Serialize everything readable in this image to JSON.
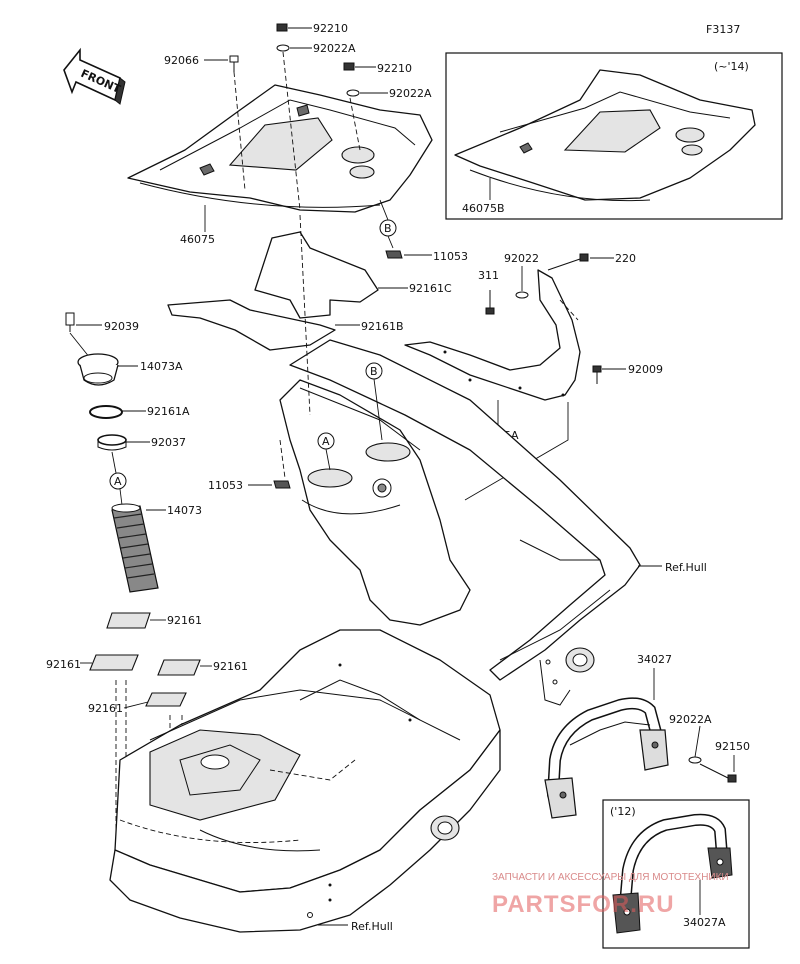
{
  "diagram": {
    "figure_code": "F3137",
    "front_label": "FRONT",
    "inset_top_year": "(~'14)",
    "inset_bottom_year": "('12)",
    "watermark_tagline": "ЗАПЧАСТИ И АКСЕССУАРЫ ДЛЯ МОТОТЕХНИКИ",
    "watermark_logo": "PARTSFOR.RU",
    "circle_a": "A",
    "circle_b": "B",
    "parts": {
      "p92210a": "92210",
      "p92022a_top": "92022A",
      "p92066": "92066",
      "p92210b": "92210",
      "p92022a_b": "92022A",
      "p46075": "46075",
      "p46075b": "46075B",
      "p11053a": "11053",
      "p92161c": "92161C",
      "p92161b": "92161B",
      "p92039": "92039",
      "p14073a": "14073A",
      "p92161a": "92161A",
      "p92037": "92037",
      "p14073": "14073",
      "p311": "311",
      "p92022": "92022",
      "p220": "220",
      "p92009": "92009",
      "p46075a": "46075A",
      "p11053b": "11053",
      "p_refhull_a": "Ref.Hull",
      "p92161_1": "92161",
      "p92161_2": "92161",
      "p92161_3": "92161",
      "p92161_4": "92161",
      "p34027": "34027",
      "p92022a_c": "92022A",
      "p92150": "92150",
      "p_refhull_b": "Ref.Hull",
      "p34027a": "34027A"
    }
  }
}
